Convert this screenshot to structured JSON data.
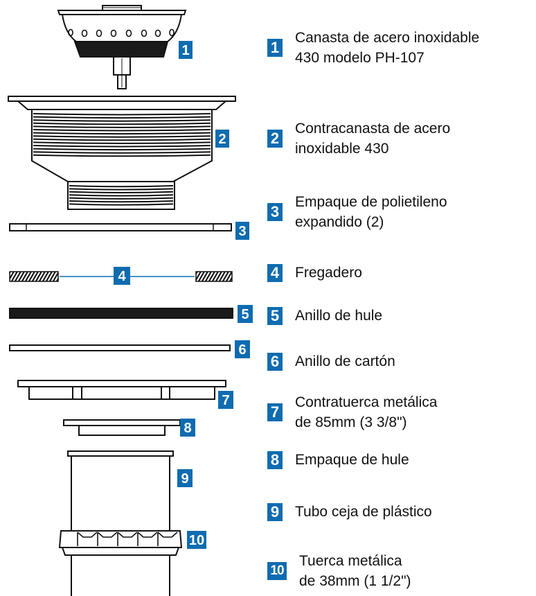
{
  "parts": [
    {
      "number": "1",
      "description": "Canasta de acero inoxidable 430 modelo PH-107",
      "lines": [
        "Canasta de acero inoxidable",
        "430 modelo PH-107"
      ]
    },
    {
      "number": "2",
      "description": "Contracanasta de acero inoxidable 430",
      "lines": [
        "Contracanasta de acero",
        "inoxidable 430"
      ]
    },
    {
      "number": "3",
      "description": "Empaque de polietileno expandido (2)",
      "lines": [
        "Empaque de polietileno",
        "expandido (2)"
      ]
    },
    {
      "number": "4",
      "description": "Fregadero",
      "lines": [
        "Fregadero"
      ]
    },
    {
      "number": "5",
      "description": "Anillo de hule",
      "lines": [
        "Anillo de hule"
      ]
    },
    {
      "number": "6",
      "description": "Anillo de cartón",
      "lines": [
        "Anillo de cartón"
      ]
    },
    {
      "number": "7",
      "description": "Contratuerca metálica de 85mm (3 3/8\")",
      "lines": [
        "Contratuerca metálica",
        "de 85mm (3 3/8\")"
      ]
    },
    {
      "number": "8",
      "description": "Empaque de hule",
      "lines": [
        "Empaque de hule"
      ]
    },
    {
      "number": "9",
      "description": "Tubo ceja de plástico",
      "lines": [
        "Tubo ceja de plástico"
      ]
    },
    {
      "number": "10",
      "description": "Tuerca metálica de 38mm (1 1/2\")",
      "lines": [
        "Tuerca metálica",
        "de 38mm (1 1/2\")"
      ]
    }
  ],
  "colors": {
    "badge": "#0f6cb0",
    "line": "#111111",
    "fill": "#ffffff",
    "dark": "#1a1a1a"
  }
}
